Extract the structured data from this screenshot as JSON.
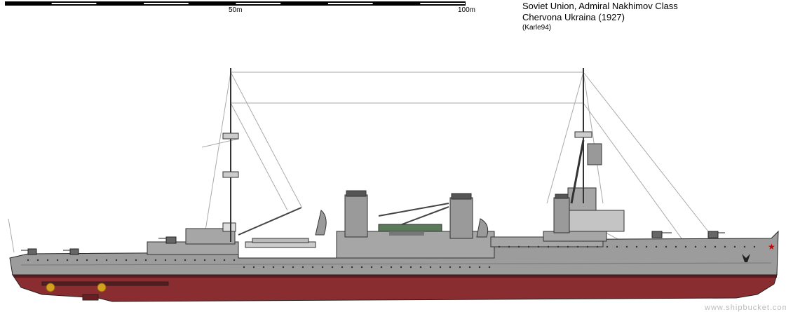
{
  "title": {
    "line1": "Soviet Union, Admiral Nakhimov Class",
    "line2": "Chervona Ukraina (1927)",
    "author": "(Karle94)"
  },
  "scale": {
    "label_mid": "50m",
    "label_end": "100m",
    "segments": 10
  },
  "watermark": "www.shipbucket.com",
  "colors": {
    "hull_upper": "#9c9c9c",
    "hull_lower": "#8a2d30",
    "boot": "#6a1e22",
    "deck": "#b5b5b5",
    "prop": "#d4a020"
  }
}
